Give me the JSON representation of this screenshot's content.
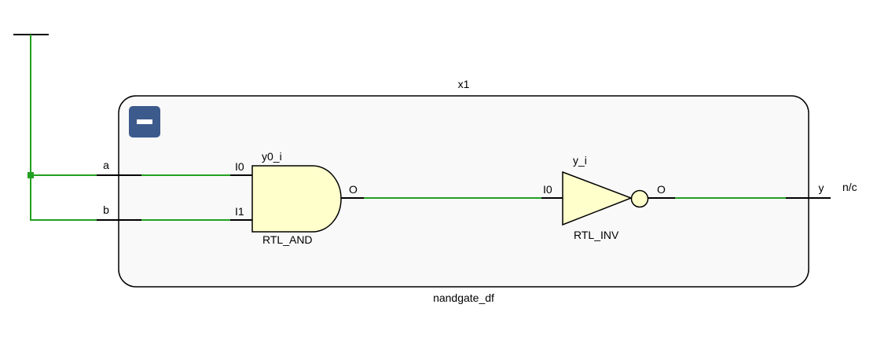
{
  "instance": {
    "name": "x1",
    "module": "nandgate_df",
    "collapse_button": "minus-icon"
  },
  "ports": {
    "input_a": "a",
    "input_b": "b",
    "output_y": "y",
    "output_status": "n/c"
  },
  "and_gate": {
    "instance": "y0_i",
    "type": "RTL_AND",
    "pin_in0": "I0",
    "pin_in1": "I1",
    "pin_out": "O"
  },
  "inv_gate": {
    "instance": "y_i",
    "type": "RTL_INV",
    "pin_in": "I0",
    "pin_out": "O"
  },
  "colors": {
    "net": "#22a022",
    "gate_fill": "#ffffcc",
    "box_fill": "#f9f9f9",
    "button": "#3d5a8c"
  }
}
